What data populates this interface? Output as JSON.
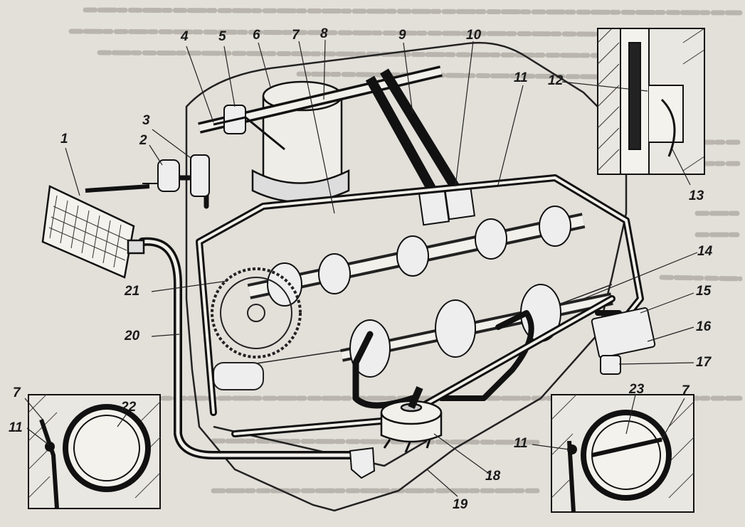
{
  "figure": {
    "callouts": [
      {
        "id": "1",
        "text": "1"
      },
      {
        "id": "2",
        "text": "2"
      },
      {
        "id": "3",
        "text": "3"
      },
      {
        "id": "4",
        "text": "4"
      },
      {
        "id": "5",
        "text": "5"
      },
      {
        "id": "6",
        "text": "6"
      },
      {
        "id": "7",
        "text": "7"
      },
      {
        "id": "8",
        "text": "8"
      },
      {
        "id": "9",
        "text": "9"
      },
      {
        "id": "10",
        "text": "10"
      },
      {
        "id": "11",
        "text": "11"
      },
      {
        "id": "12",
        "text": "12"
      },
      {
        "id": "13",
        "text": "13"
      },
      {
        "id": "14",
        "text": "14"
      },
      {
        "id": "15",
        "text": "15"
      },
      {
        "id": "16",
        "text": "16"
      },
      {
        "id": "17",
        "text": "17"
      },
      {
        "id": "18",
        "text": "18"
      },
      {
        "id": "19",
        "text": "19"
      },
      {
        "id": "20",
        "text": "20"
      },
      {
        "id": "21",
        "text": "21"
      },
      {
        "id": "22",
        "text": "22"
      },
      {
        "id": "7b",
        "text": "7"
      },
      {
        "id": "11b",
        "text": "11"
      },
      {
        "id": "11c",
        "text": "11"
      },
      {
        "id": "23",
        "text": "23"
      },
      {
        "id": "7c",
        "text": "7"
      }
    ]
  }
}
